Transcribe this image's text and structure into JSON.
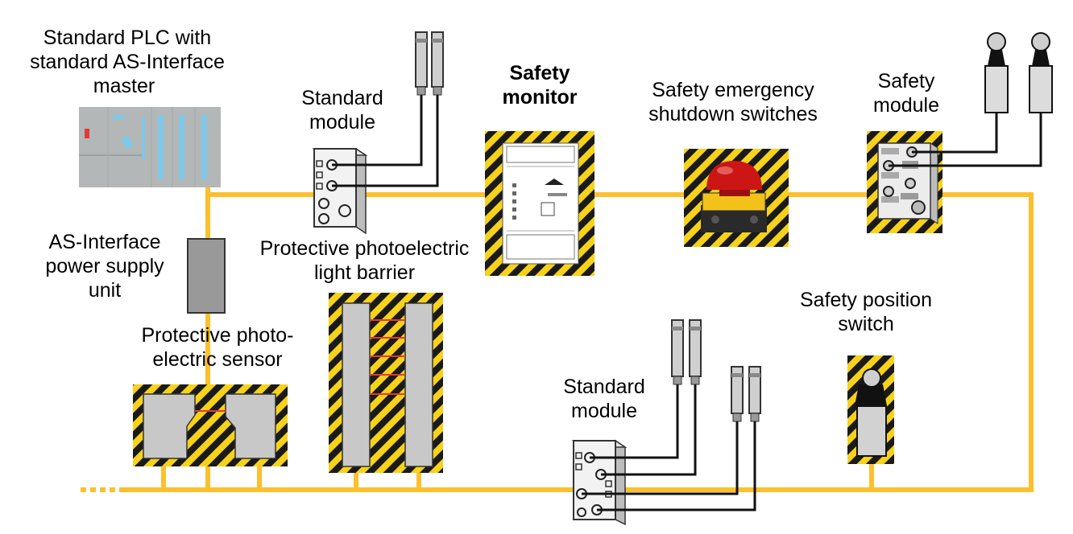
{
  "labels": {
    "plc": [
      "Standard PLC with",
      "standard AS-Interface",
      "master"
    ],
    "std_module_top": [
      "Standard",
      "module"
    ],
    "safety_monitor": [
      "Safety",
      "monitor"
    ],
    "emergency": [
      "Safety emergency",
      "shutdown switches"
    ],
    "safety_module": [
      "Safety",
      "module"
    ],
    "power_supply": [
      "AS-Interface",
      "power supply",
      "unit"
    ],
    "light_barrier": [
      "Protective photoelectric",
      "light barrier"
    ],
    "photo_sensor": [
      "Protective photo-",
      "electric sensor"
    ],
    "position_switch": [
      "Safety position",
      "switch"
    ],
    "std_module_bottom": [
      "Standard",
      "module"
    ]
  },
  "colors": {
    "bus": "#fbc02d",
    "hazard_yellow": "#f6d21b",
    "hazard_black": "#1a1a1a",
    "device_gray": "#c8c8c8",
    "plc_gray": "#b3b7b8",
    "plc_blue": "#7fc8e8",
    "beam_red": "#e53935",
    "button_red": "#cc1616"
  }
}
